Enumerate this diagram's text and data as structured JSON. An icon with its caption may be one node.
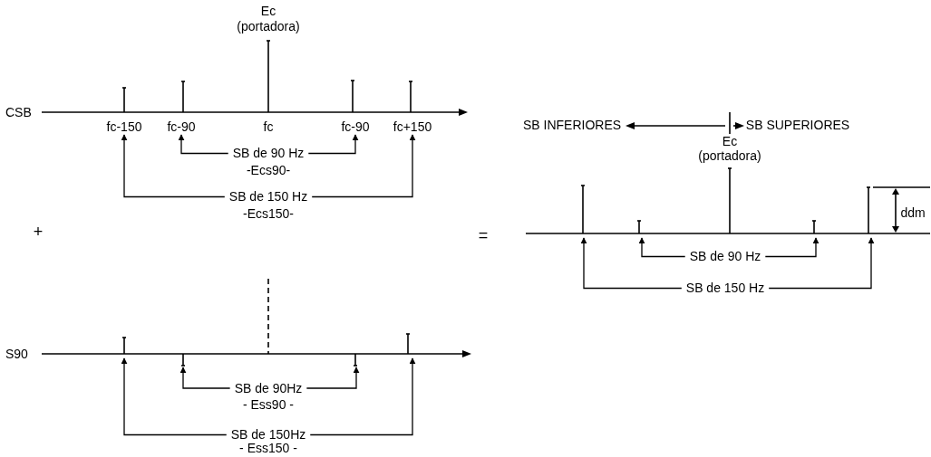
{
  "diagram": {
    "nodes": [
      {
        "text": [
          "fc-150"
        ]
      },
      {
        "text": [
          "fc-90"
        ]
      },
      {
        "text": [
          "fc-90"
        ]
      },
      {
        "text": [
          "fc+150"
        ]
      },
      {
        "text": [
          "SB de 90 Hz",
          "-Ecs90-"
        ]
      },
      {
        "text": [
          "SB de 150 Hz",
          "-Ecs150-"
        ]
      },
      {
        "text": [
          "SB de 90Hz",
          "- Ess90 -"
        ]
      },
      {
        "text": [
          "SB de 150Hz",
          "- Ess150 -"
        ]
      },
      {
        "text": [
          "SB de 90 Hz"
        ]
      },
      {
        "text": [
          "SB de 150 Hz"
        ]
      }
    ],
    "edges": [
      {
        "from": 4,
        "to": 1,
        "arrow": "to"
      },
      {
        "from": 4,
        "to": 2,
        "arrow": "to"
      },
      {
        "from": 5,
        "to": 0,
        "arrow": "to"
      },
      {
        "from": 5,
        "to": 3,
        "arrow": "to"
      },
      {
        "from": 6,
        "to": null,
        "arrow": "to"
      },
      {
        "from": 6,
        "to": null,
        "arrow": "to"
      },
      {
        "from": 7,
        "to": null,
        "arrow": "to"
      },
      {
        "from": 7,
        "to": null,
        "arrow": "to"
      },
      {
        "from": 8,
        "to": null,
        "arrow": "to"
      },
      {
        "from": 8,
        "to": null,
        "arrow": "to"
      },
      {
        "from": 9,
        "to": null,
        "arrow": "to"
      },
      {
        "from": 9,
        "to": null,
        "arrow": "to"
      }
    ],
    "labels": [
      "Ec",
      "(portadora)",
      "CSB",
      "fc",
      "SB INFERIORES",
      "SB SUPERIORES",
      "Ec",
      "(portadora)",
      "ddm",
      "+",
      "=",
      "S90"
    ]
  }
}
